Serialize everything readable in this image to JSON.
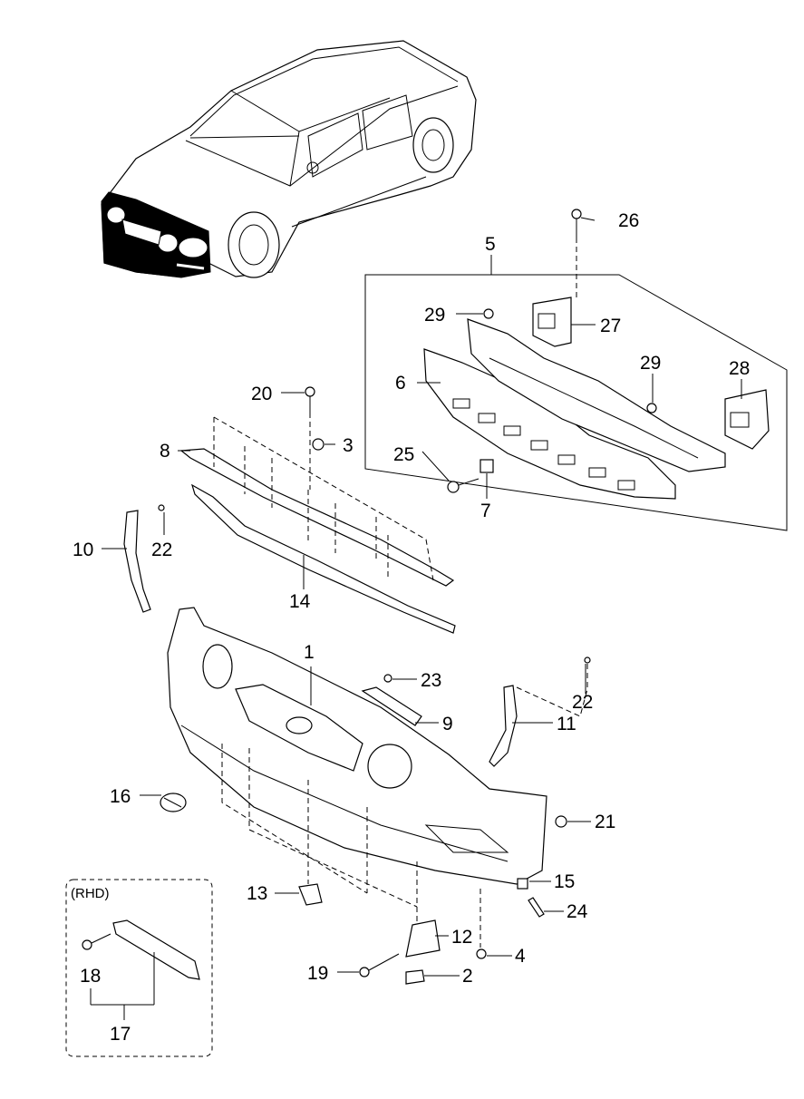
{
  "callouts": [
    {
      "id": "c1",
      "text": "1"
    },
    {
      "id": "c2",
      "text": "2"
    },
    {
      "id": "c3",
      "text": "3"
    },
    {
      "id": "c4",
      "text": "4"
    },
    {
      "id": "c5",
      "text": "5"
    },
    {
      "id": "c6",
      "text": "6"
    },
    {
      "id": "c7",
      "text": "7"
    },
    {
      "id": "c8",
      "text": "8"
    },
    {
      "id": "c9",
      "text": "9"
    },
    {
      "id": "c10",
      "text": "10"
    },
    {
      "id": "c11",
      "text": "11"
    },
    {
      "id": "c12",
      "text": "12"
    },
    {
      "id": "c13",
      "text": "13"
    },
    {
      "id": "c14",
      "text": "14"
    },
    {
      "id": "c15",
      "text": "15"
    },
    {
      "id": "c16",
      "text": "16"
    },
    {
      "id": "c17",
      "text": "17"
    },
    {
      "id": "c18",
      "text": "18"
    },
    {
      "id": "c19",
      "text": "19"
    },
    {
      "id": "c20",
      "text": "20"
    },
    {
      "id": "c21",
      "text": "21"
    },
    {
      "id": "c22a",
      "text": "22"
    },
    {
      "id": "c22b",
      "text": "22"
    },
    {
      "id": "c23",
      "text": "23"
    },
    {
      "id": "c24",
      "text": "24"
    },
    {
      "id": "c25",
      "text": "25"
    },
    {
      "id": "c26",
      "text": "26"
    },
    {
      "id": "c27",
      "text": "27"
    },
    {
      "id": "c28",
      "text": "28"
    },
    {
      "id": "c29a",
      "text": "29"
    },
    {
      "id": "c29b",
      "text": "29"
    }
  ],
  "rhd_box": {
    "label": "(RHD)"
  }
}
